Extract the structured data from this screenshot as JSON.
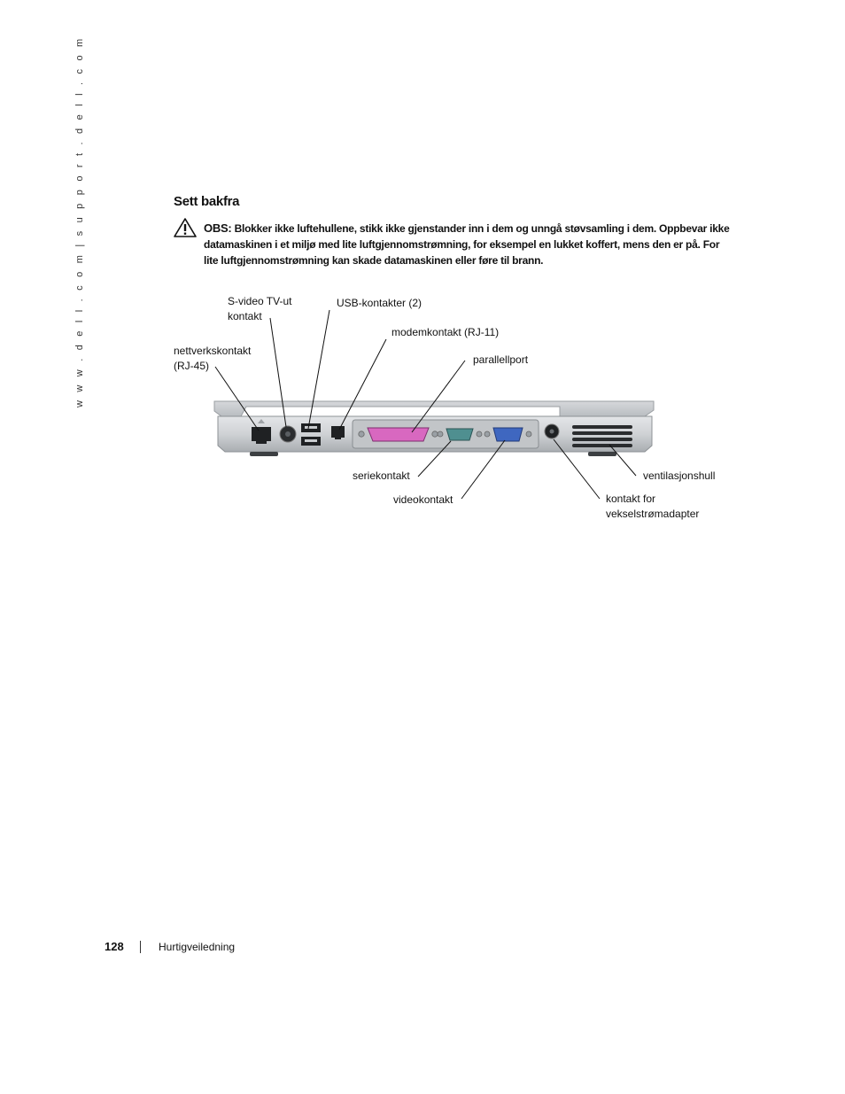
{
  "sidebar_url": "w w w . d e l l . c o m  |  s u p p o r t . d e l l . c o m",
  "section_title": "Sett bakfra",
  "notice": {
    "prefix": "OBS:",
    "text": "Blokker ikke luftehullene, stikk ikke gjenstander inn i dem og unngå støvsamling i dem. Oppbevar ikke datamaskinen i et miljø med lite luftgjennomstrømning, for eksempel en lukket koffert, mens den er på. For lite luftgjennomstrømning kan skade datamaskinen eller føre til brann."
  },
  "labels": {
    "svideo_line1": "S-video TV-ut",
    "svideo_line2": "kontakt",
    "usb": "USB-kontakter (2)",
    "modem": "modemkontakt (RJ-11)",
    "network_line1": "nettverkskontakt",
    "network_line2": "(RJ-45)",
    "parallel": "parallellport",
    "serial": "seriekontakt",
    "video": "videokontakt",
    "vents": "ventilasjonshull",
    "ac_line1": "kontakt for",
    "ac_line2": "vekselstrømadapter"
  },
  "footer": {
    "page_number": "128",
    "doc_title": "Hurtigveiledning"
  }
}
